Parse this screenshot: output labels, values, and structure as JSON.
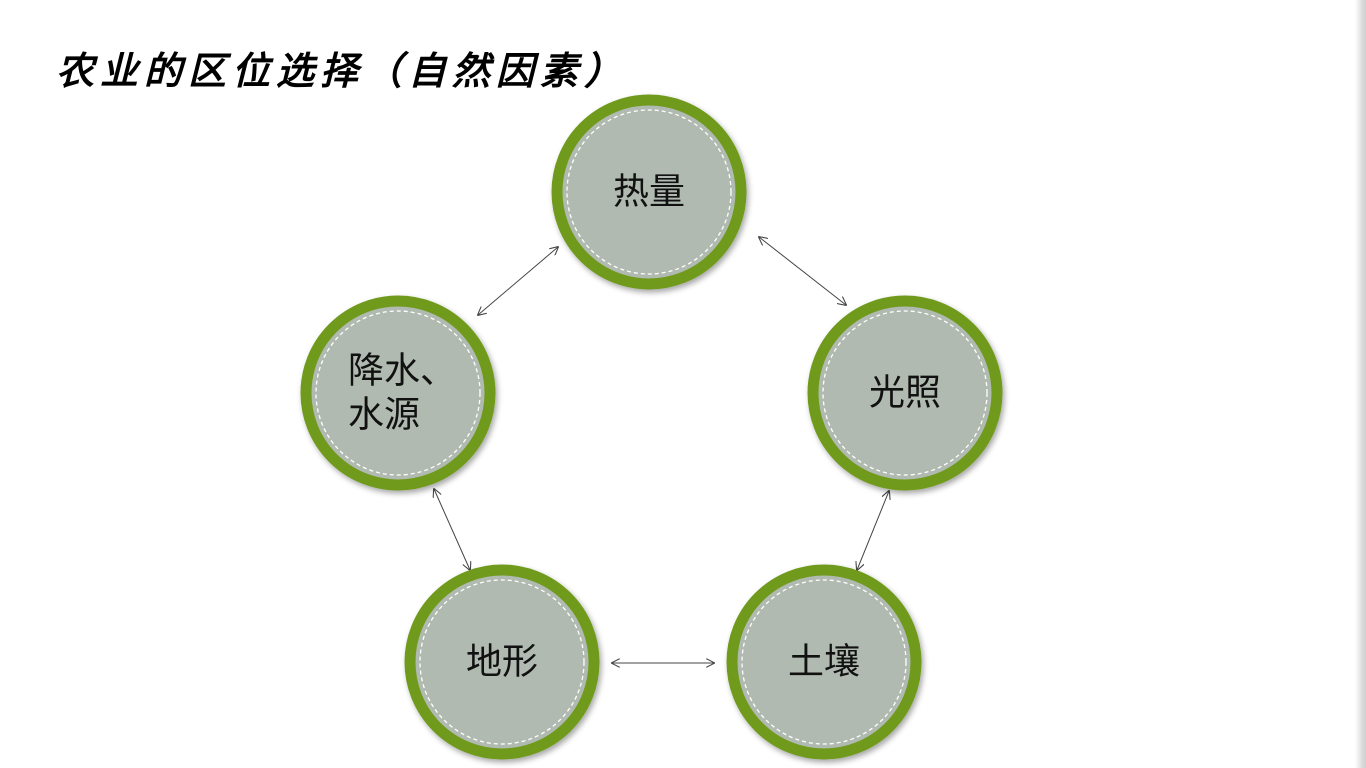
{
  "page": {
    "title": "农业的区位选择（自然因素）"
  },
  "diagram": {
    "ring_color": "#6f9a1d",
    "fill_color": "#b0bab0",
    "nodes": [
      {
        "id": "heat",
        "lines": [
          "热量"
        ]
      },
      {
        "id": "light",
        "lines": [
          "光照"
        ]
      },
      {
        "id": "soil",
        "lines": [
          "土壤"
        ]
      },
      {
        "id": "terrain",
        "lines": [
          "地形"
        ]
      },
      {
        "id": "water",
        "lines": [
          "降水、",
          "水源"
        ]
      }
    ],
    "edges": [
      [
        "heat",
        "light"
      ],
      [
        "light",
        "soil"
      ],
      [
        "soil",
        "terrain"
      ],
      [
        "terrain",
        "water"
      ],
      [
        "water",
        "heat"
      ]
    ]
  }
}
